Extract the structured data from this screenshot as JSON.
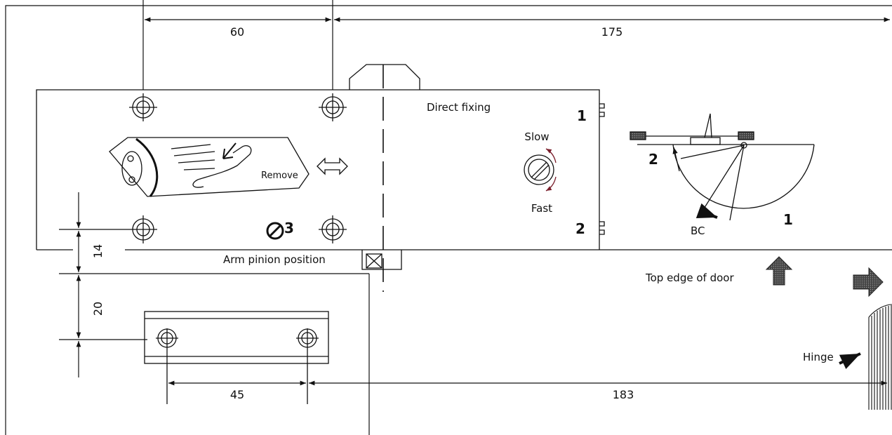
{
  "dimensions": {
    "top_left": "60",
    "top_right": "175",
    "side_upper": "14",
    "side_lower": "20",
    "bottom_left": "45",
    "bottom_right": "183"
  },
  "labels": {
    "direct_fixing": "Direct fixing",
    "slow": "Slow",
    "fast": "Fast",
    "remove": "Remove",
    "arm_pinion_position": "Arm pinion position",
    "top_edge_of_door": "Top edge of door",
    "hinge": "Hinge",
    "bc": "BC"
  },
  "markers": {
    "closer_1": "1",
    "closer_2": "2",
    "fixing_3": "3",
    "arc_1": "1",
    "arc_2": "2"
  }
}
